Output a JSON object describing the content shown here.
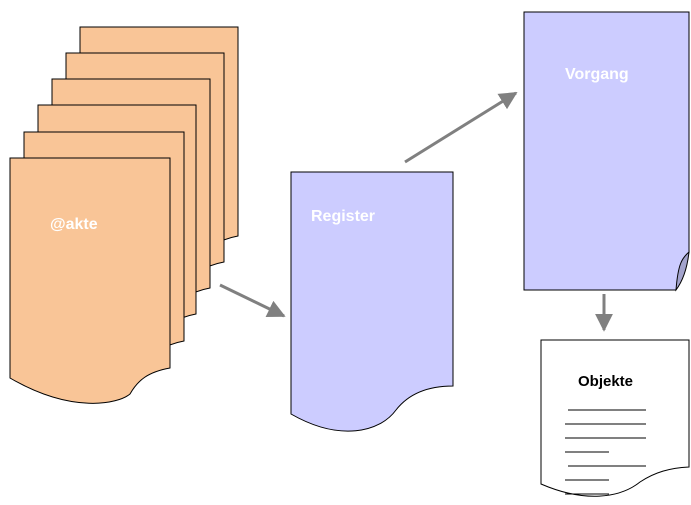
{
  "diagram": {
    "akte": {
      "label": "@akte",
      "fill": "#F9C597",
      "stroke": "#000000"
    },
    "register": {
      "label": "Register",
      "fill": "#CCCCFF",
      "stroke": "#000000"
    },
    "vorgang": {
      "label": "Vorgang",
      "fill": "#CCCCFF",
      "stroke": "#000000"
    },
    "objekte": {
      "label": "Objekte",
      "fill": "#FFFFFF",
      "stroke": "#000000"
    },
    "arrow_color": "#808080"
  }
}
